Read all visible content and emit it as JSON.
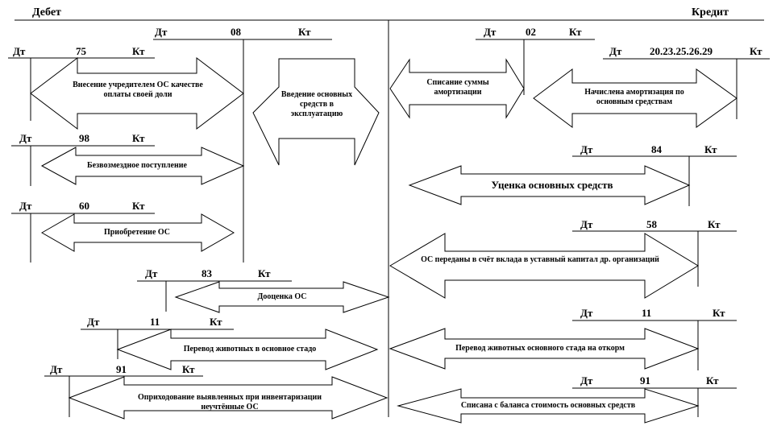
{
  "header": {
    "debit": "Дебет",
    "credit": "Кредит"
  },
  "accounts": {
    "a08": {
      "dt": "Дт",
      "num": "08",
      "kt": "Кт"
    },
    "a75": {
      "dt": "Дт",
      "num": "75",
      "kt": "Кт"
    },
    "a98": {
      "dt": "Дт",
      "num": "98",
      "kt": "Кт"
    },
    "a60": {
      "dt": "Дт",
      "num": "60",
      "kt": "Кт"
    },
    "a83": {
      "dt": "Дт",
      "num": "83",
      "kt": "Кт"
    },
    "a11l": {
      "dt": "Дт",
      "num": "11",
      "kt": "Кт"
    },
    "a91l": {
      "dt": "Дт",
      "num": "91",
      "kt": "Кт"
    },
    "a02": {
      "dt": "Дт",
      "num": "02",
      "kt": "Кт"
    },
    "a20": {
      "dt": "Дт",
      "num": "20.23.25.26.29",
      "kt": "Кт"
    },
    "a84": {
      "dt": "Дт",
      "num": "84",
      "kt": "Кт"
    },
    "a58": {
      "dt": "Дт",
      "num": "58",
      "kt": "Кт"
    },
    "a11r": {
      "dt": "Дт",
      "num": "11",
      "kt": "Кт"
    },
    "a91r": {
      "dt": "Дт",
      "num": "91",
      "kt": "Кт"
    }
  },
  "arrows": {
    "founder": "Внесение учредителем ОС качестве оплаты своей доли",
    "commissioning": "Введение основных средств в эксплуатацию",
    "free": "Безвозмездное поступление",
    "purchase": "Приобретение ОС",
    "revaluation": "Дооценка ОС",
    "animals_in": "Перевод животных в основное стадо",
    "surplus": "Оприходование выявленных при инвентаризации неучтённые ОС",
    "depr_writeoff": "Списание суммы амортизации",
    "depr_accrued": "Начислена амортизация по основным средствам",
    "markdown": "Уценка основных средств",
    "contribution": "ОС переданы в счёт вклада в уставный капитал др. организаций",
    "animals_out": "Перевод животных основного стада на откорм",
    "writeoff": "Списана с баланса стоимость основных средств"
  }
}
